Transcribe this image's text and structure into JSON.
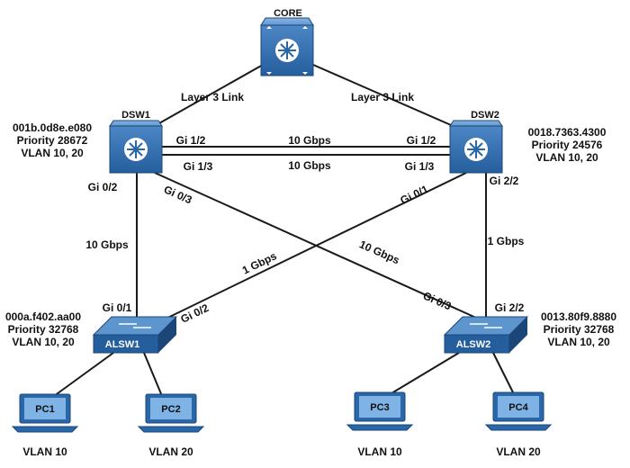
{
  "colors": {
    "device_blue": "#2a67a8",
    "device_blue_light": "#5d95cf",
    "device_blue_dark": "#1b4677",
    "pc_screen": "#7fb2e5",
    "link": "#1a1a1a"
  },
  "core": {
    "name": "CORE",
    "icon": "multilayer-switch-icon"
  },
  "dsw1": {
    "name": "DSW1",
    "mac": "001b.0d8e.e080",
    "priority": "Priority 28672",
    "vlan": "VLAN 10, 20",
    "icon": "multilayer-switch-icon"
  },
  "dsw2": {
    "name": "DSW2",
    "mac": "0018.7363.4300",
    "priority": "Priority 24576",
    "vlan": "VLAN 10, 20",
    "icon": "multilayer-switch-icon"
  },
  "alsw1": {
    "name": "ALSW1",
    "mac": "000a.f402.aa00",
    "priority": "Priority 32768",
    "vlan": "VLAN 10, 20",
    "icon": "access-switch-icon"
  },
  "alsw2": {
    "name": "ALSW2",
    "mac": "0013.80f9.8880",
    "priority": "Priority 32768",
    "vlan": "VLAN 10, 20",
    "icon": "access-switch-icon"
  },
  "links": {
    "core_dsw1": "Layer 3 Link",
    "core_dsw2": "Layer 3 Link",
    "dsw1_dsw2_a": "10 Gbps",
    "dsw1_dsw2_b": "10 Gbps",
    "dsw1_alsw1": "10 Gbps",
    "dsw1_alsw2": "10 Gbps",
    "dsw2_alsw1": "1 Gbps",
    "dsw2_alsw2": "1 Gbps"
  },
  "ports": {
    "dsw1_gi12": "Gi 1/2",
    "dsw1_gi13": "Gi 1/3",
    "dsw1_gi02": "Gi 0/2",
    "dsw1_gi03": "Gi 0/3",
    "dsw2_gi12": "Gi 1/2",
    "dsw2_gi13": "Gi 1/3",
    "dsw2_gi01": "Gi 0/1",
    "dsw2_gi22": "Gi 2/2",
    "alsw1_gi01": "Gi 0/1",
    "alsw1_gi02": "Gi 0/2",
    "alsw2_gi03": "Gi 0/3",
    "alsw2_gi22": "Gi 2/2"
  },
  "pcs": [
    {
      "name": "PC1",
      "vlan": "VLAN 10",
      "icon": "laptop-icon"
    },
    {
      "name": "PC2",
      "vlan": "VLAN 20",
      "icon": "laptop-icon"
    },
    {
      "name": "PC3",
      "vlan": "VLAN 10",
      "icon": "laptop-icon"
    },
    {
      "name": "PC4",
      "vlan": "VLAN 20",
      "icon": "laptop-icon"
    }
  ]
}
